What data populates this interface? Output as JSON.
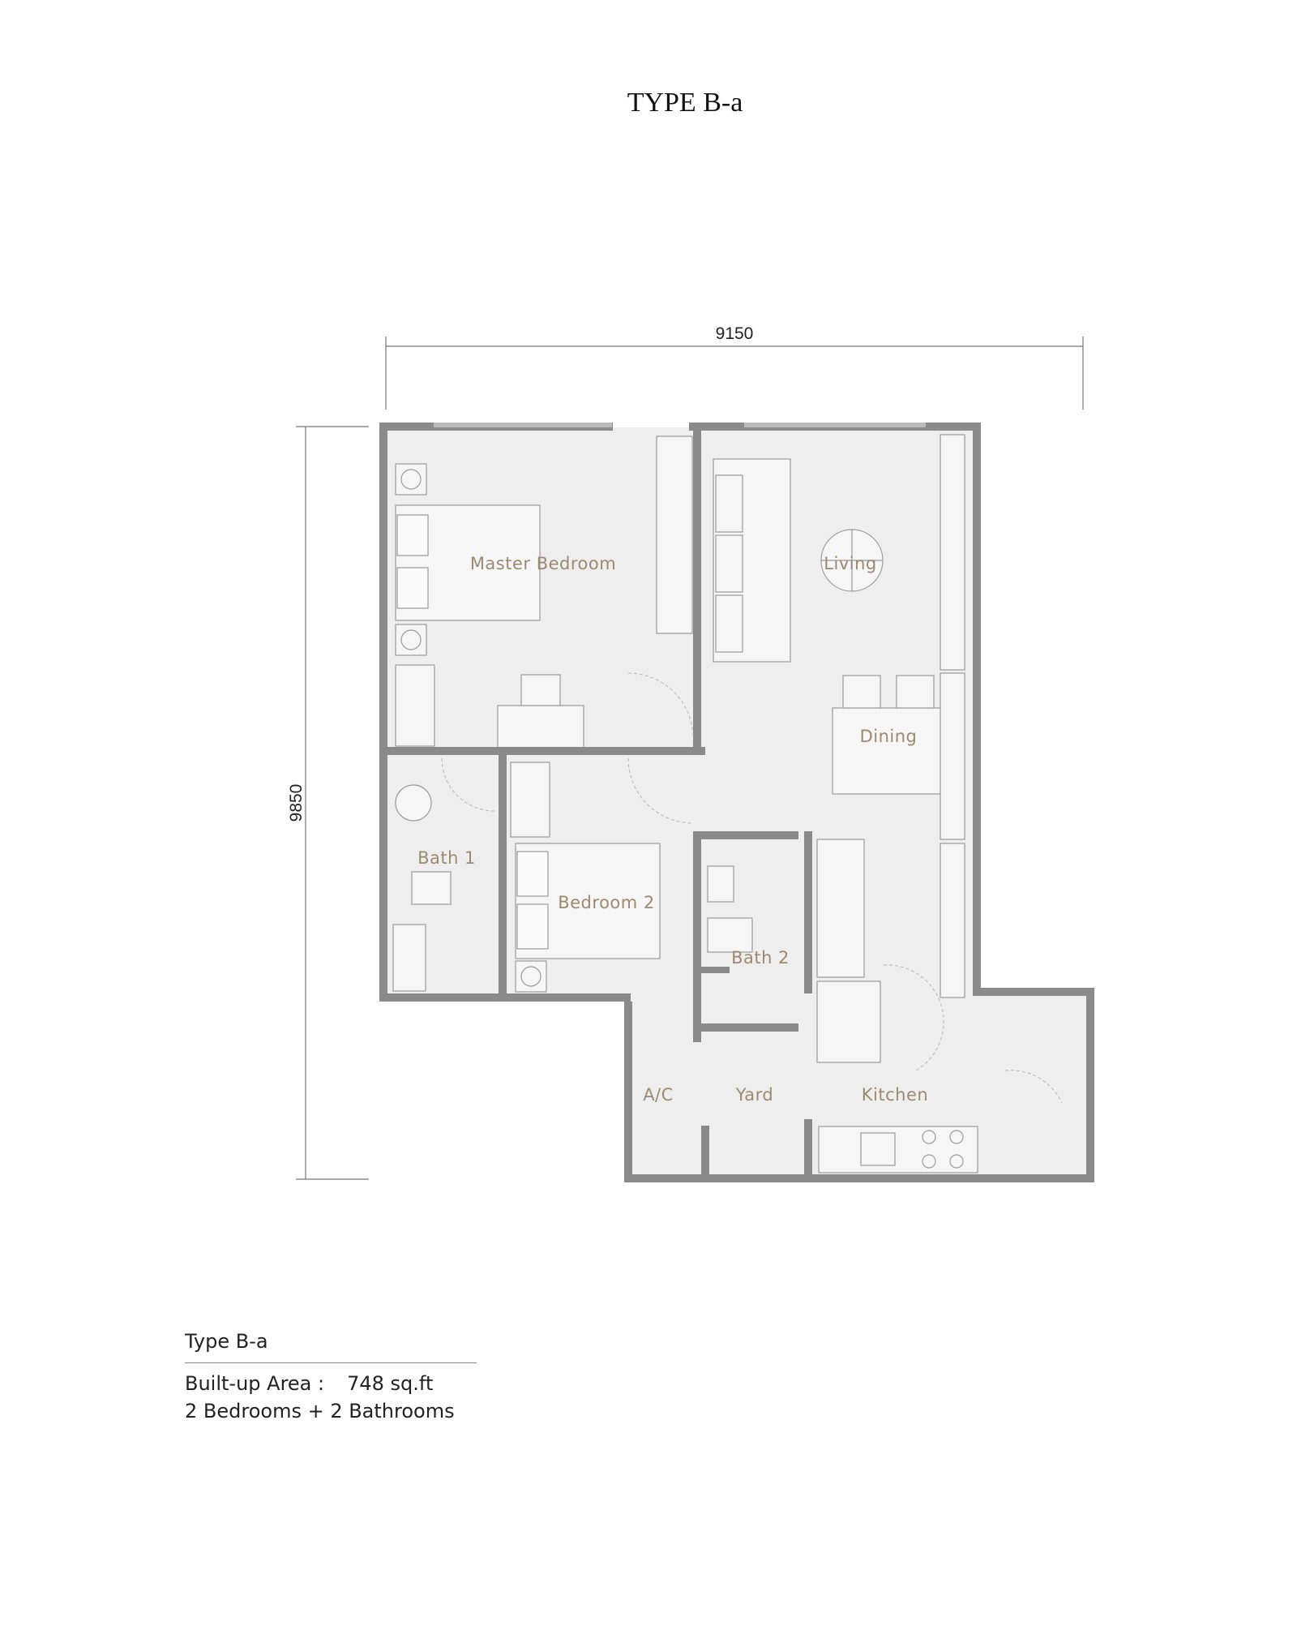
{
  "title": "TYPE B-a",
  "dimensions": {
    "width": "9150",
    "height": "9850"
  },
  "rooms": {
    "master_bedroom": "Master Bedroom",
    "living": "Living",
    "dining": "Dining",
    "bath1": "Bath 1",
    "bedroom2": "Bedroom 2",
    "bath2": "Bath 2",
    "ac": "A/C",
    "yard": "Yard",
    "kitchen": "Kitchen"
  },
  "info": {
    "type_label": "Type B-a",
    "area_label": "Built-up Area :",
    "area_value": "748 sq.ft",
    "config": "2 Bedrooms + 2 Bathrooms"
  },
  "colors": {
    "wall": "#8a8a8a",
    "floor": "#eeeeee",
    "label": "#9c8a6e"
  }
}
